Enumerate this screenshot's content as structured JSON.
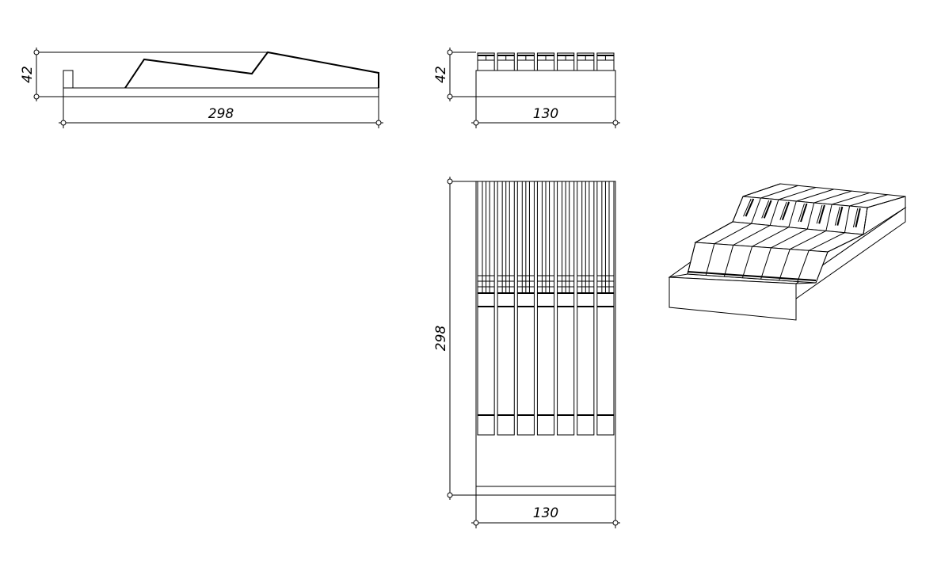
{
  "dimensions": {
    "side_height": "42",
    "side_length": "298",
    "front_height": "42",
    "front_width": "130",
    "top_length": "298",
    "top_width": "130"
  },
  "drawing": {
    "slot_count": 7
  }
}
